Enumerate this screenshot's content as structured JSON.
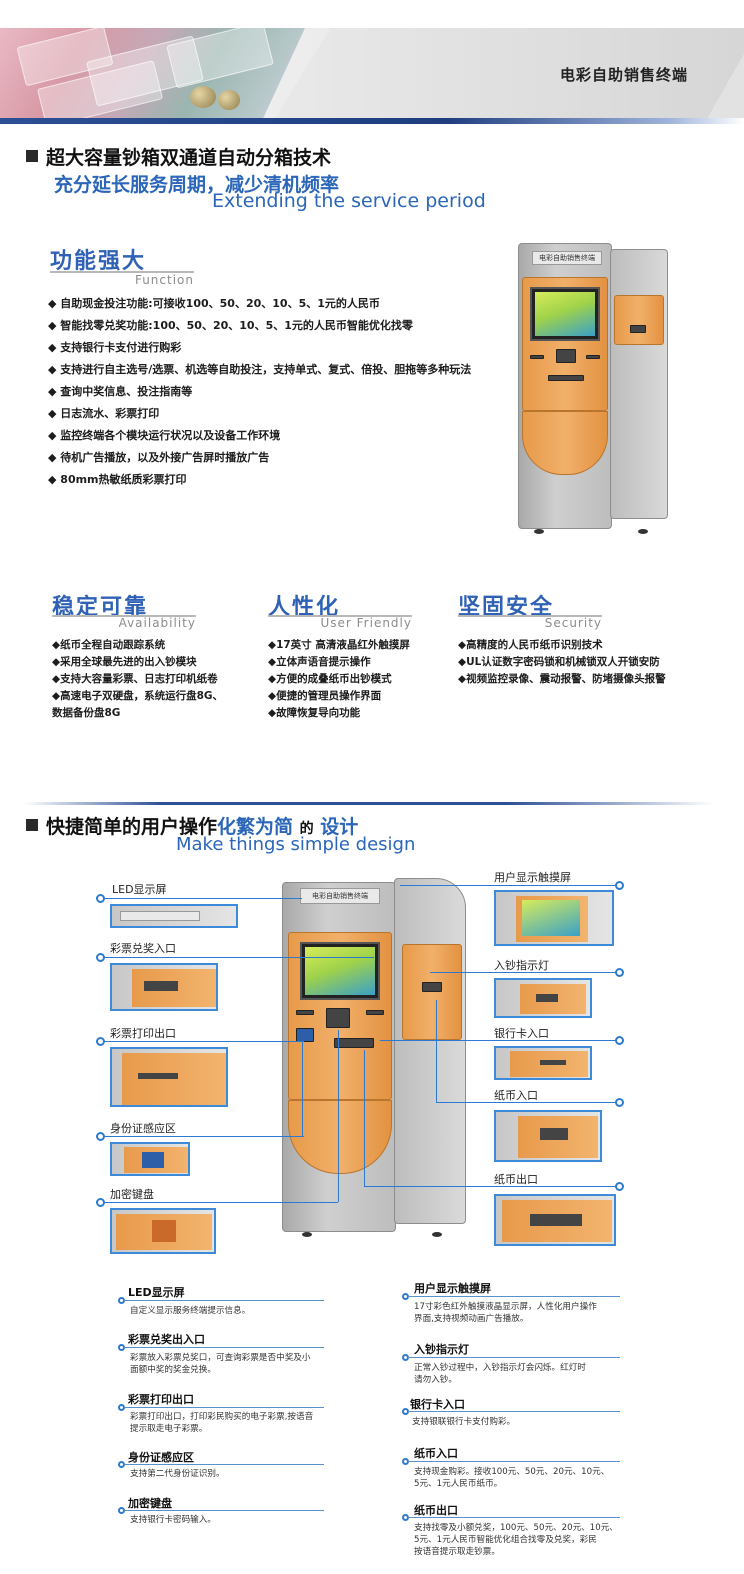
{
  "header": {
    "title": "电彩自助销售终端"
  },
  "section1": {
    "title": "超大容量钞箱双通道自动分箱技术",
    "subtitle_cn": "充分延长服务周期，减少清机频率",
    "subtitle_en": "Extending the service period"
  },
  "function_block": {
    "title_cn": "功能强大",
    "title_en": "Function",
    "items": [
      "◆ 自助现金投注功能:可接收100、50、20、10、5、1元的人民币",
      "◆ 智能找零兑奖功能:100、50、20、10、5、1元的人民币智能优化找零",
      "◆ 支持银行卡支付进行购彩",
      "◆ 支持进行自主选号/选票、机选等自助投注，支持单式、复式、倍投、胆拖等多种玩法",
      "◆ 查询中奖信息、投注指南等",
      "◆ 日志流水、彩票打印",
      "◆ 监控终端各个模块运行状况以及设备工作环境",
      "◆ 待机广告播放，以及外接广告屏时播放广告",
      "◆ 80mm热敏纸质彩票打印"
    ]
  },
  "kiosk_label": "电彩自助销售终端",
  "columns": [
    {
      "title_cn": "稳定可靠",
      "title_en": "Availability",
      "items": [
        "◆纸币全程自动跟踪系统",
        "◆采用全球最先进的出入钞模块",
        "◆支持大容量彩票、日志打印机纸卷",
        "◆高速电子双硬盘，系统运行盘8G、",
        "   数据备份盘8G"
      ]
    },
    {
      "title_cn": "人性化",
      "title_en": "User Friendly",
      "items": [
        "◆17英寸 高清液晶红外触摸屏",
        "◆立体声语音提示操作",
        "◆方便的成叠纸币出钞模式",
        "◆便捷的管理员操作界面",
        "◆故障恢复导向功能"
      ]
    },
    {
      "title_cn": "坚固安全",
      "title_en": "Security",
      "items": [
        "◆高精度的人民币纸币识别技术",
        "◆UL认证数字密码锁和机械锁双人开锁安防",
        "◆视频监控录像、震动报警、防堵摄像头报警"
      ]
    }
  ],
  "section2": {
    "title_a": "快捷简单的用户操作",
    "title_b": "化繁为简",
    "title_c": "的",
    "title_d": "设计",
    "subtitle_en": "Make things simple design"
  },
  "callouts_left": [
    "LED显示屏",
    "彩票兑奖入口",
    "彩票打印出口",
    "身份证感应区",
    "加密键盘"
  ],
  "callouts_right": [
    "用户显示触摸屏",
    "入钞指示灯",
    "银行卡入口",
    "纸币入口",
    "纸币出口"
  ],
  "descriptions_left": [
    {
      "title": "LED显示屏",
      "text": "自定义显示服务终端提示信息。"
    },
    {
      "title": "彩票兑奖出入口",
      "text": "彩票放入彩票兑奖口，可查询彩票是否中奖及小\n面额中奖的奖金兑换。"
    },
    {
      "title": "彩票打印出口",
      "text": "彩票打印出口，打印彩民购买的电子彩票,按语音\n提示取走电子彩票。"
    },
    {
      "title": "身份证感应区",
      "text": "支持第二代身份证识别。"
    },
    {
      "title": "加密键盘",
      "text": "支持银行卡密码输入。"
    }
  ],
  "descriptions_right": [
    {
      "title": "用户显示触摸屏",
      "text": "17寸彩色红外触摸液晶显示屏，人性化用户操作\n界面,支持视频动画广告播放。"
    },
    {
      "title": "入钞指示灯",
      "text": "正常入钞过程中，入钞指示灯会闪烁。红灯时\n请勿入钞。"
    },
    {
      "title": "银行卡入口",
      "text": "支持银联银行卡支付购彩。"
    },
    {
      "title": "纸币入口",
      "text": "支持现金购彩。接收100元、50元、20元、10元、\n5元、1元人民币纸币。"
    },
    {
      "title": "纸币出口",
      "text": "支持找零及小额兑奖，100元、50元、20元、10元、\n5元、1元人民币智能优化组合找零及兑奖，彩民\n按语音提示取走钞票。"
    }
  ]
}
